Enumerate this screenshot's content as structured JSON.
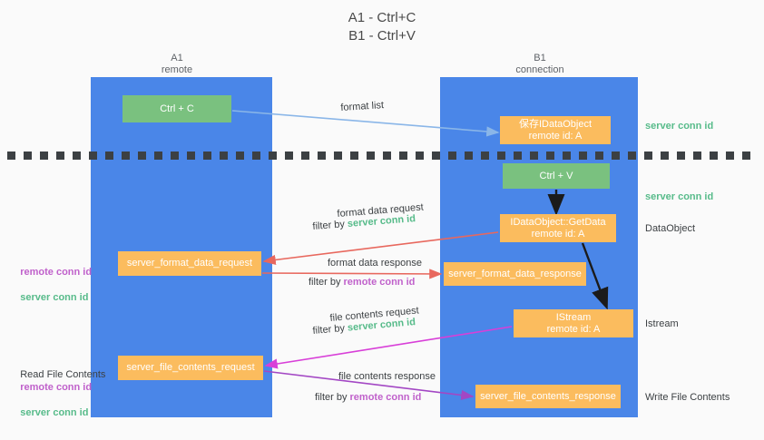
{
  "title": "A1 - Ctrl+C\nB1 - Ctrl+V",
  "columns": {
    "left": {
      "name": "A1",
      "role": "remote",
      "header": "A1\nremote"
    },
    "right": {
      "name": "B1",
      "role": "connection",
      "header": "B1\nconnection"
    }
  },
  "nodes": {
    "ctrl_c": {
      "label": "Ctrl + C",
      "color": "#7ac17f"
    },
    "save_dataobj": {
      "line1": "保存IDataObject",
      "line2": "remote id: A",
      "color": "#fbbc5e"
    },
    "ctrl_v": {
      "label": "Ctrl + V",
      "color": "#7ac17f"
    },
    "getdata": {
      "line1": "IDataObject::GetData",
      "line2": "remote id: A",
      "color": "#fbbc5e"
    },
    "format_data_request": {
      "label": "server_format_data_request",
      "color": "#fbbc5e"
    },
    "format_data_response": {
      "label": "server_format_data_response",
      "color": "#fbbc5e"
    },
    "istream": {
      "line1": "IStream",
      "line2": "remote id: A",
      "color": "#fbbc5e"
    },
    "file_contents_request": {
      "label": "server_file_contents_request",
      "color": "#fbbc5e"
    },
    "file_contents_response": {
      "label": "server_file_contents_response",
      "color": "#fbbc5e"
    }
  },
  "edge_labels": {
    "format_list": "format list",
    "format_data_request": "format data request",
    "format_data_request_filter_prefix": "filter by ",
    "format_data_request_filter_key": "server conn id",
    "format_data_response": "format data response",
    "format_data_response_filter_prefix": "filter by ",
    "format_data_response_filter_key": "remote conn id",
    "file_contents_request": "file contents request",
    "file_contents_request_filter_prefix": "filter by ",
    "file_contents_request_filter_key": "server conn id",
    "file_contents_response": "file contents response",
    "file_contents_response_filter_prefix": "filter by ",
    "file_contents_response_filter_key": "remote conn id"
  },
  "annotations": {
    "server_conn_id_top": "server conn id",
    "server_conn_id_mid": "server conn id",
    "dataobject": "DataObject",
    "istream": "Istream",
    "write_file_contents": "Write File Contents",
    "read_file_contents": "Read File Contents",
    "remote_conn_id": "remote conn id",
    "server_conn_id": "server conn id"
  },
  "colors": {
    "column_blue": "#4a86e8",
    "node_green": "#7ac17f",
    "node_orange": "#fbbc5e",
    "accent_green_text": "#57bb8a",
    "accent_purple_text": "#c061cb",
    "arrow_light_blue": "#8ab6e8",
    "arrow_red": "#e8685e",
    "arrow_magenta": "#d83fd8",
    "arrow_purple": "#a347c4",
    "arrow_black": "#1b1b1b",
    "background": "#fafafa"
  }
}
